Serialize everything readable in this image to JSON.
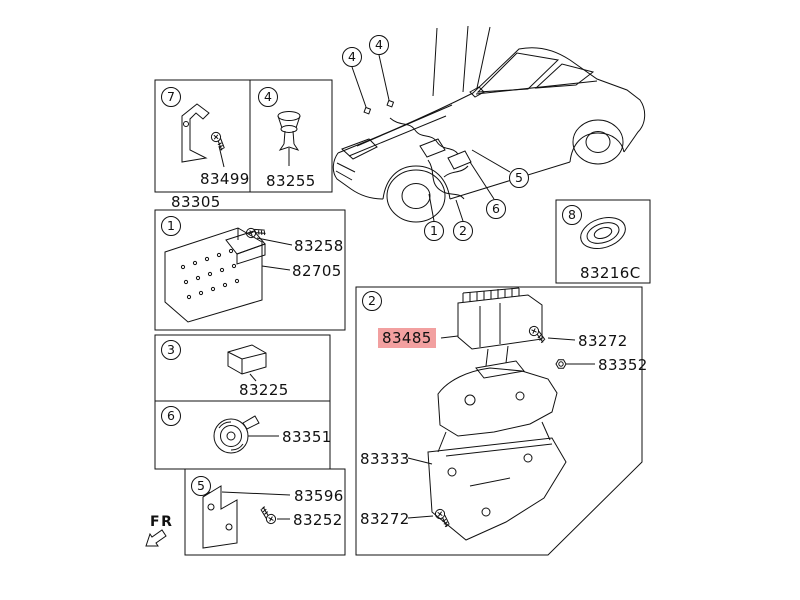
{
  "diagram": {
    "fr_label": "FR",
    "highlight_color": "#f2a0a0",
    "panels": {
      "p7": {
        "callout": "7",
        "part": "83499",
        "caption": "83305"
      },
      "p4": {
        "callout": "4",
        "part": "83255"
      },
      "p1": {
        "callout": "1",
        "part_bolt": "83258",
        "part_plate": "82705"
      },
      "p3": {
        "callout": "3",
        "part": "83225"
      },
      "p6": {
        "callout": "6",
        "part": "83351"
      },
      "p5": {
        "callout": "5",
        "part_bracket": "83596",
        "part_bolt": "83252"
      },
      "p8": {
        "callout": "8",
        "part": "83216C"
      },
      "p2": {
        "callout": "2",
        "highlighted_part": "83485",
        "part_bolt_upper": "83272",
        "part_nut": "83352",
        "part_bracket": "83333",
        "part_bolt_lower": "83272"
      }
    },
    "car_callouts": {
      "a": "4",
      "b": "4",
      "c": "1",
      "d": "2",
      "e": "6",
      "f": "5"
    }
  }
}
